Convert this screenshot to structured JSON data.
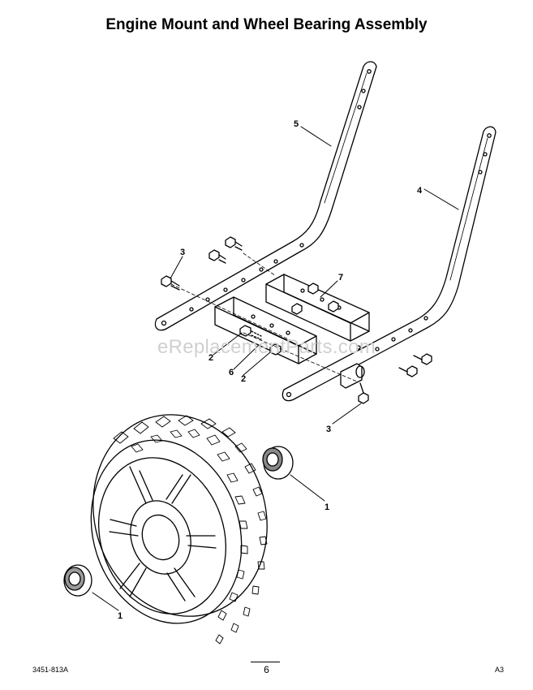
{
  "title": "Engine Mount and Wheel Bearing Assembly",
  "watermark": "eReplacementParts.com",
  "callouts": {
    "c1a": "1",
    "c1b": "1",
    "c2a": "2",
    "c2b": "2",
    "c3a": "3",
    "c3b": "3",
    "c4": "4",
    "c5": "5",
    "c6": "6",
    "c7": "7"
  },
  "footer": {
    "doc_number": "3451-813A",
    "page_number": "6",
    "revision": "A3"
  }
}
